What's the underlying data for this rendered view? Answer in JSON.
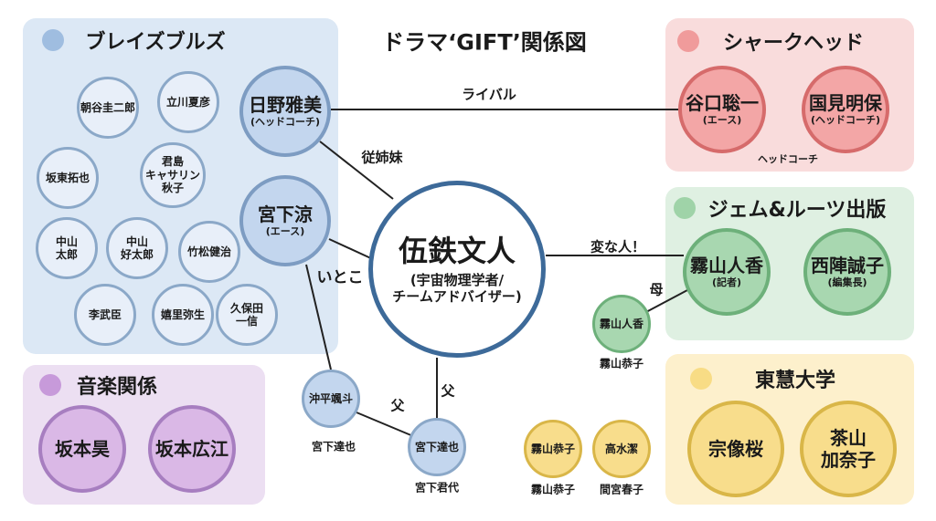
{
  "title": "ドラマ‘GIFT’関係図",
  "center": {
    "name": "伍鉄文人",
    "role1": "(宇宙物理学者/",
    "role2": "チームアドバイザー)"
  },
  "blaze": {
    "title": "ブレイズブルズ",
    "hino": {
      "name": "日野雅美",
      "role": "(ヘッドコーチ)"
    },
    "miyashita": {
      "name": "宮下涼",
      "role": "(エース)"
    },
    "members": [
      "朝谷圭二郎",
      "立川夏彦",
      "坂東拓也",
      "君島",
      "キャサリン",
      "秋子",
      "中山",
      "太郎",
      "中山",
      "好太郎",
      "竹松健治",
      "李武臣",
      "嬉里弥生",
      "久保田",
      "一信"
    ]
  },
  "shark": {
    "title": "シャークヘッド",
    "taniguchi": {
      "name": "谷口聡一",
      "role": "(エース)"
    },
    "kunimi": {
      "name": "国見明保",
      "role": "(ヘッドコーチ)"
    },
    "note": "ヘッドコーチ"
  },
  "gem": {
    "title": "ジェム&ルーツ出版",
    "kiriyama": {
      "name": "霧山人香",
      "role": "(記者)"
    },
    "nishijin": {
      "name": "西陣誠子",
      "role": "(編集長)"
    }
  },
  "todai": {
    "title": "東慧大学",
    "members": [
      "宗像桜",
      "茶山",
      "加奈子"
    ]
  },
  "music": {
    "title": "音楽関係",
    "members": [
      "坂本昊",
      "坂本広江"
    ]
  },
  "others": {
    "okihira": "沖平颯斗",
    "okihira_label": "宮下達也",
    "tatsuya": "宮下達也",
    "tatsuya_label": "宮下君代",
    "kiri_small": "霧山人香",
    "kiri_small_label": "霧山恭子",
    "kyoko": "霧山恭子",
    "kyoko_label": "霧山恭子",
    "takamizu": "高水潔",
    "takamizu_label": "間宮春子"
  },
  "relations": {
    "rival": "ライバル",
    "cousin_f": "従姉妹",
    "cousin": "いとこ",
    "strange": "変な人！",
    "mother": "母",
    "father1": "父",
    "father2": "父"
  },
  "colors": {
    "blue": "#dce8f5",
    "red": "#f9dcdc",
    "green": "#dff0e2",
    "yellow": "#fdf0cc",
    "purple": "#ecdff2",
    "center": "#3d6a99"
  }
}
